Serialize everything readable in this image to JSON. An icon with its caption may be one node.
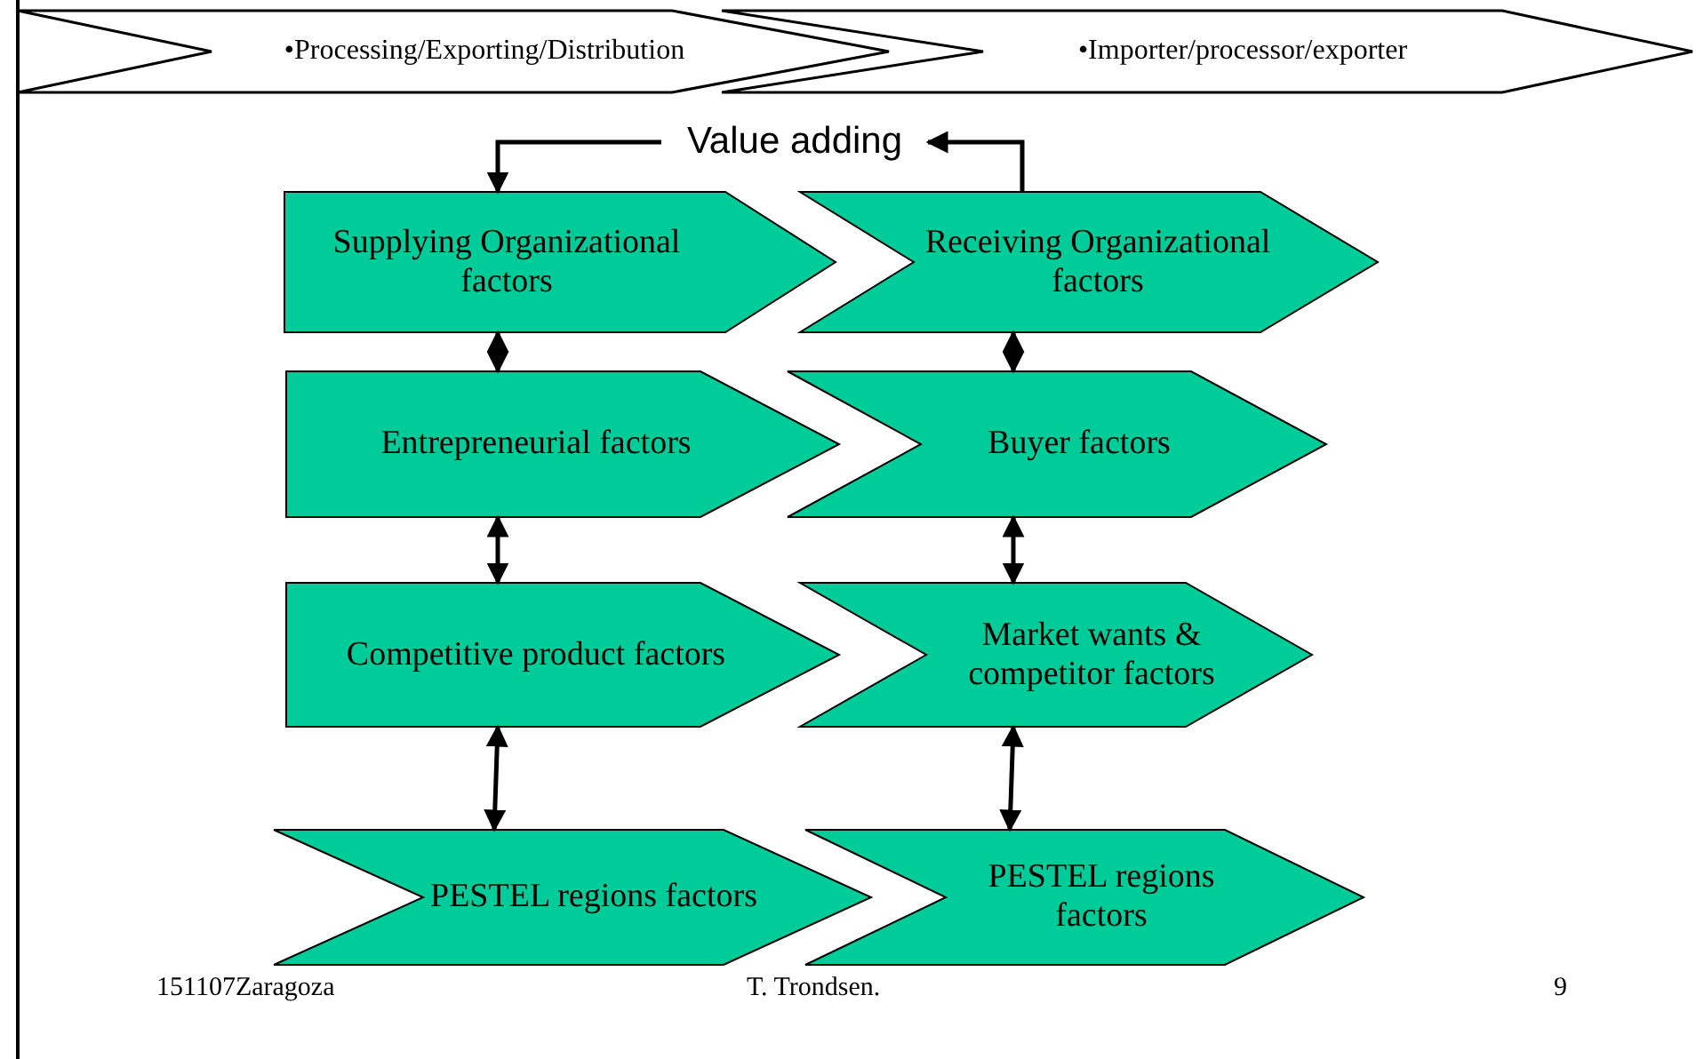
{
  "diagram": {
    "nodes": [
      {
        "text": [
          "•Processing/Exporting/Distribution"
        ]
      },
      {
        "text": [
          "•Importer/processor/exporter"
        ]
      },
      {
        "text": [
          "Value adding"
        ]
      },
      {
        "text": [
          "Supplying Organizational factors"
        ]
      },
      {
        "text": [
          "Receiving Organizational factors"
        ]
      },
      {
        "text": [
          "Entrepreneurial factors"
        ]
      },
      {
        "text": [
          "Buyer factors"
        ]
      },
      {
        "text": [
          "Competitive product factors"
        ]
      },
      {
        "text": [
          "Market wants & competitor factors"
        ]
      },
      {
        "text": [
          "PESTEL regions factors"
        ]
      },
      {
        "text": [
          "PESTEL regions factors"
        ]
      }
    ],
    "edges": [
      {
        "from": 4,
        "to": 2,
        "arrow": "to"
      },
      {
        "from": 2,
        "to": 3,
        "arrow": "to"
      },
      {
        "from": 3,
        "to": 5,
        "arrow": "both"
      },
      {
        "from": 5,
        "to": 7,
        "arrow": "both"
      },
      {
        "from": 7,
        "to": 9,
        "arrow": "both"
      },
      {
        "from": 4,
        "to": 6,
        "arrow": "both"
      },
      {
        "from": 6,
        "to": 8,
        "arrow": "both"
      },
      {
        "from": 8,
        "to": 10,
        "arrow": "both"
      }
    ],
    "labels": [
      "151107Zaragoza",
      "T. Trondsen.",
      "9"
    ]
  }
}
